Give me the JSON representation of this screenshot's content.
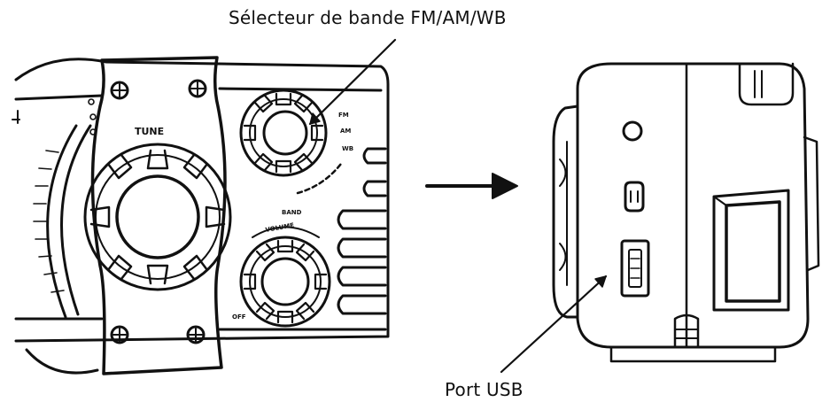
{
  "callouts": {
    "band_selector": "Sélecteur de bande FM/AM/WB",
    "usb_port": "Port USB"
  },
  "panel": {
    "tune_label": "TUNE",
    "band_label": "BAND",
    "volume_label": "VOLUME",
    "off_label": "OFF",
    "band_positions": [
      "FM",
      "AM",
      "WB"
    ]
  },
  "colors": {
    "line": "#111111",
    "background": "#ffffff"
  }
}
